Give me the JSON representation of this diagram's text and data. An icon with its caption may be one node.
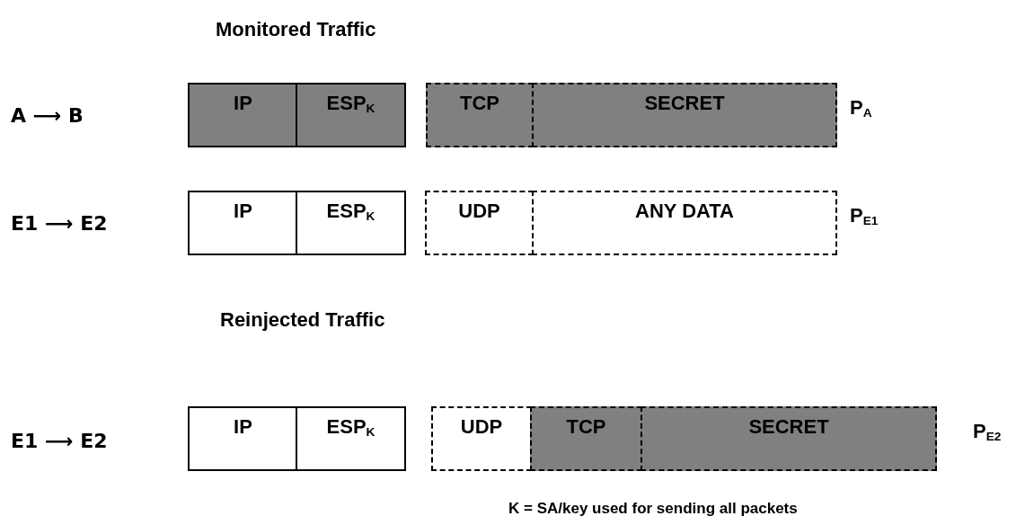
{
  "diagram": {
    "nodes": [
      {
        "text": [
          "IP"
        ]
      },
      {
        "text": [
          "ESP$_{K}$"
        ]
      },
      {
        "text": [
          "TCP"
        ]
      },
      {
        "text": [
          "SECRET"
        ]
      },
      {
        "text": [
          "IP"
        ]
      },
      {
        "text": [
          "ESP$_{K}$"
        ]
      },
      {
        "text": [
          "UDP"
        ]
      },
      {
        "text": [
          "ANY DATA"
        ]
      },
      {
        "text": [
          "IP"
        ]
      },
      {
        "text": [
          "ESP$_{K}$"
        ]
      },
      {
        "text": [
          "UDP"
        ]
      },
      {
        "text": [
          "TCP"
        ]
      },
      {
        "text": [
          "SECRET"
        ]
      }
    ],
    "labels": [
      "Monitored Traffic",
      "A ⟶ B",
      "P$_{A}$",
      "E1 ⟶ E2",
      "P$_{E1}$",
      "Reinjected Traffic",
      "E1 ⟶ E2",
      "P$_{E2}$",
      "K = SA/key used for sending all packets"
    ]
  }
}
